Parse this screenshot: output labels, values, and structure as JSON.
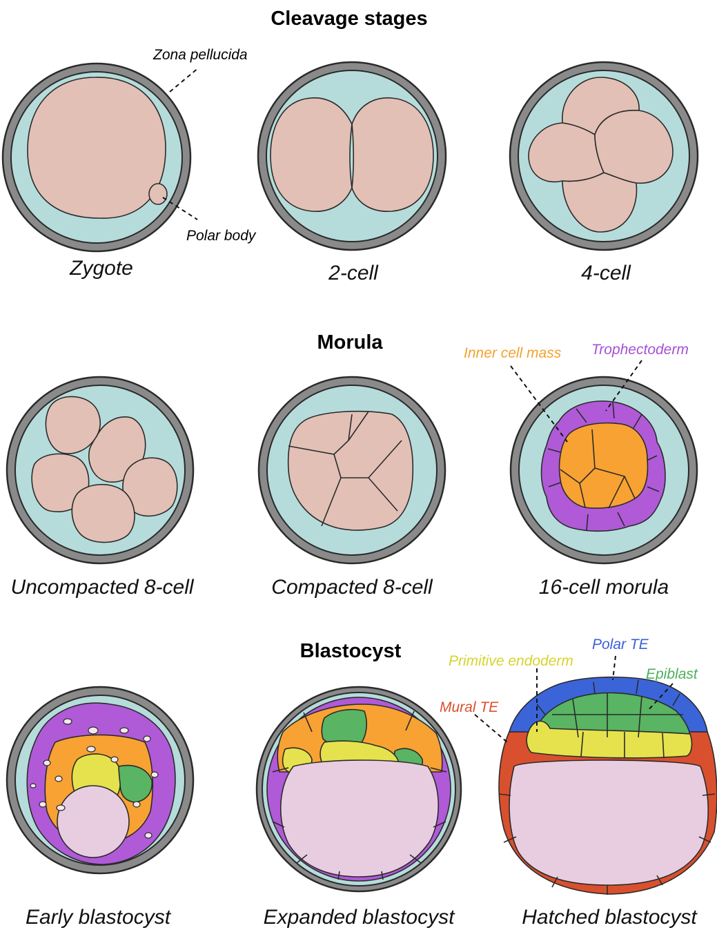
{
  "sections": {
    "cleavage": "Cleavage stages",
    "morula": "Morula",
    "blastocyst": "Blastocyst"
  },
  "stages": {
    "zygote": "Zygote",
    "two_cell": "2-cell",
    "four_cell": "4-cell",
    "uncompacted": "Uncompacted 8-cell",
    "compacted": "Compacted 8-cell",
    "morula16": "16-cell morula",
    "early": "Early blastocyst",
    "expanded": "Expanded blastocyst",
    "hatched": "Hatched blastocyst"
  },
  "annotations": {
    "zona_pellucida": {
      "text": "Zona pellucida",
      "color": "#111111"
    },
    "polar_body": {
      "text": "Polar body",
      "color": "#111111"
    },
    "inner_cell_mass": {
      "text": "Inner cell mass",
      "color": "#f4a12d"
    },
    "trophectoderm": {
      "text": "Trophectoderm",
      "color": "#a64fd6"
    },
    "polar_te": {
      "text": "Polar TE",
      "color": "#3b5fd9"
    },
    "primitive_endoderm": {
      "text": "Primitive endoderm",
      "color": "#d6d32e"
    },
    "epiblast": {
      "text": "Epiblast",
      "color": "#4cb05a"
    },
    "mural_te": {
      "text": "Mural TE",
      "color": "#d9502e"
    }
  },
  "colors": {
    "zona": "#8a8a8a",
    "perivitelline": "#b5dcdb",
    "blastomere": "#e2c0b6",
    "trophectoderm": "#b05ad8",
    "inner_cell_mass": "#f8a233",
    "epiblast": "#59b463",
    "primitive_endoderm": "#e5e24d",
    "blastocoel": "#e8cde0",
    "polar_te": "#3b64d8",
    "mural_te": "#d9502e"
  }
}
